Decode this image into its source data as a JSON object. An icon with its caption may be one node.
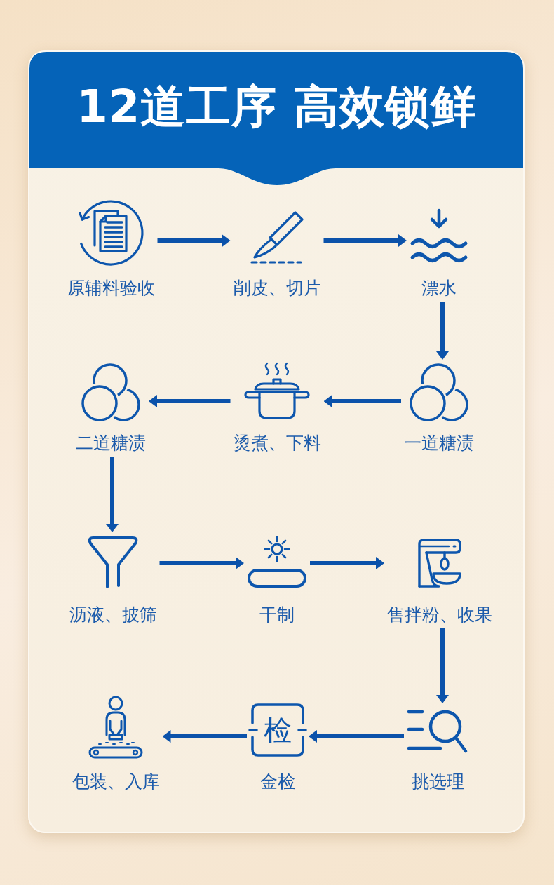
{
  "diagram": {
    "title": "12道工序 高效锁鲜",
    "nodes": [
      {
        "text": [
          "原辅料验收"
        ]
      },
      {
        "text": [
          "削皮、切片"
        ]
      },
      {
        "text": [
          "漂水"
        ]
      },
      {
        "text": [
          "二道糖渍"
        ]
      },
      {
        "text": [
          "烫煮、下料"
        ]
      },
      {
        "text": [
          "一道糖渍"
        ]
      },
      {
        "text": [
          "沥液、披筛"
        ]
      },
      {
        "text": [
          "干制"
        ]
      },
      {
        "text": [
          "售拌粉、收果"
        ]
      },
      {
        "text": [
          "包装、入库"
        ]
      },
      {
        "text": [
          "检",
          "金检"
        ]
      },
      {
        "text": [
          "挑选理"
        ]
      }
    ],
    "edges": [
      {
        "from": 0,
        "to": 1,
        "arrow": "to"
      },
      {
        "from": 1,
        "to": 2,
        "arrow": "to"
      },
      {
        "from": 2,
        "to": 5,
        "arrow": "to"
      },
      {
        "from": 5,
        "to": 4,
        "arrow": "to"
      },
      {
        "from": 4,
        "to": 3,
        "arrow": "to"
      },
      {
        "from": 3,
        "to": 6,
        "arrow": "to"
      },
      {
        "from": 6,
        "to": 7,
        "arrow": "to"
      },
      {
        "from": 7,
        "to": 8,
        "arrow": "to"
      },
      {
        "from": 8,
        "to": 11,
        "arrow": "to"
      },
      {
        "from": 11,
        "to": 10,
        "arrow": "to"
      },
      {
        "from": 10,
        "to": 9,
        "arrow": "to"
      }
    ]
  }
}
